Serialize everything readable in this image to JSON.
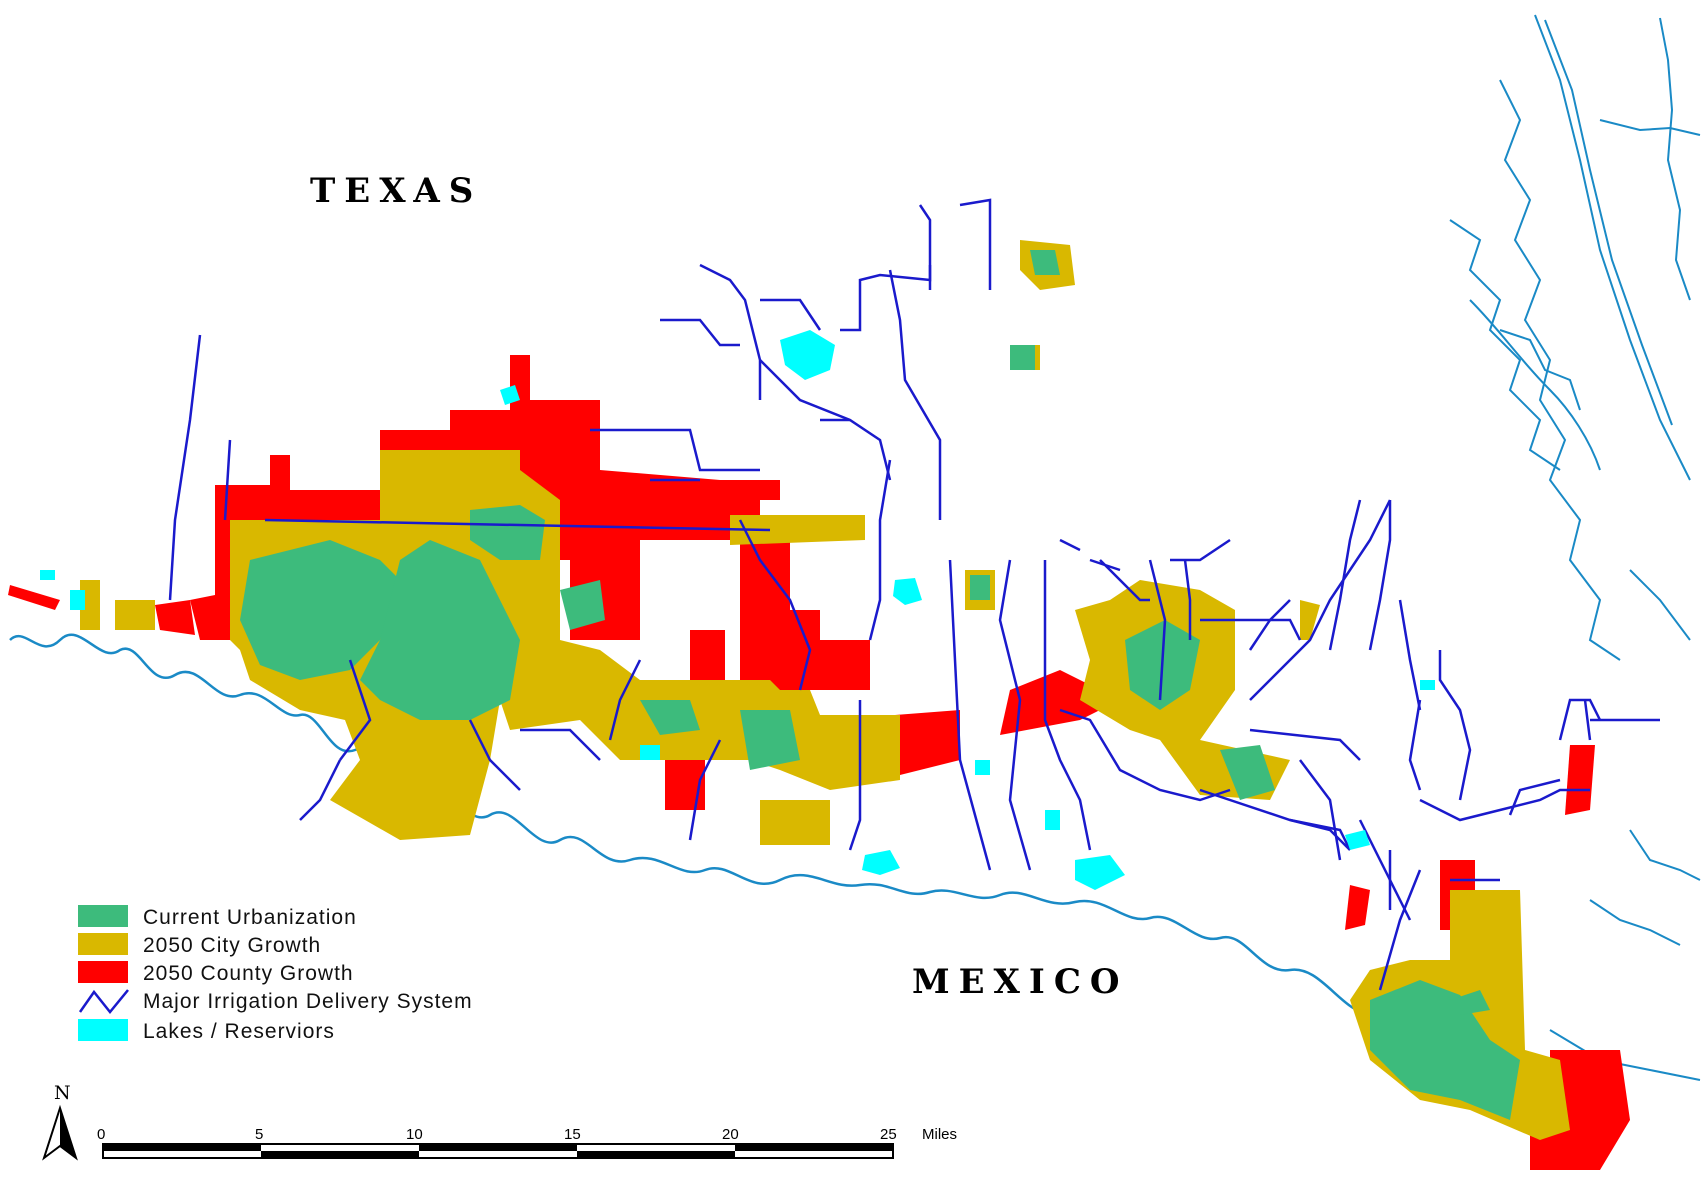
{
  "map": {
    "region_labels": {
      "north": "TEXAS",
      "south": "MEXICO"
    },
    "legend": [
      {
        "label": "Current Urbanization",
        "color": "#3dbb7c",
        "symbol": "fill"
      },
      {
        "label": "2050 City Growth",
        "color": "#d9b800",
        "symbol": "fill"
      },
      {
        "label": "2050 County Growth",
        "color": "#ff0000",
        "symbol": "fill"
      },
      {
        "label": "Major Irrigation Delivery System",
        "color": "#1a1acc",
        "symbol": "line"
      },
      {
        "label": "Lakes / Reserviors",
        "color": "#00ffff",
        "symbol": "fill"
      }
    ],
    "scale_bar": {
      "ticks": [
        "0",
        "5",
        "10",
        "15",
        "20",
        "25"
      ],
      "unit": "Miles"
    },
    "north_arrow": {
      "label": "N"
    },
    "colors": {
      "river": "#1a8ac6",
      "coast": "#1a8ac6",
      "irrigation": "#1a1acc"
    }
  }
}
